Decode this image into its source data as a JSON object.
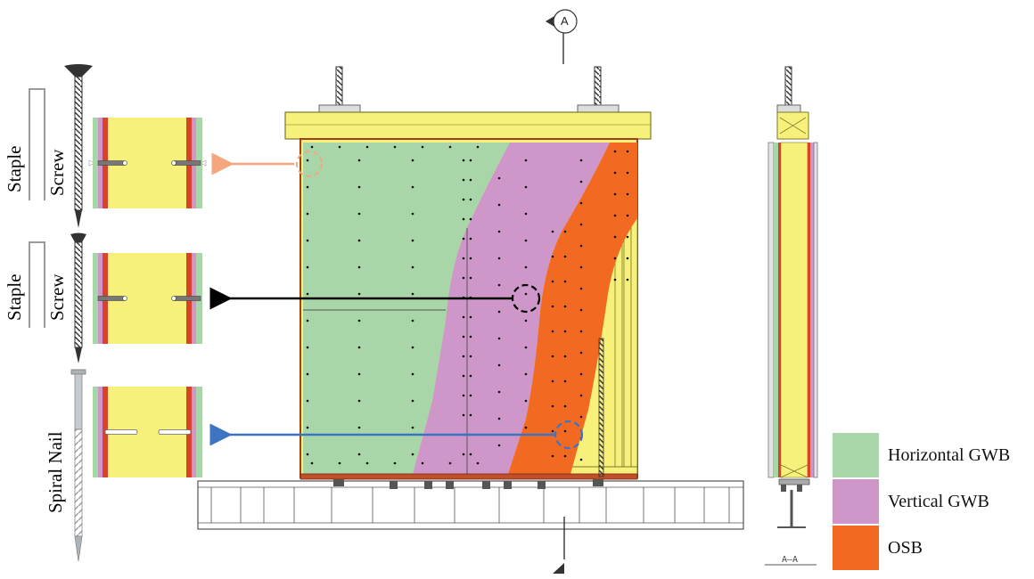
{
  "section_marker": {
    "letter": "A"
  },
  "section_caption": "A–A",
  "fastener_labels": [
    {
      "group": "top",
      "staple": "Staple",
      "screw": "Screw"
    },
    {
      "group": "middle",
      "staple": "Staple",
      "screw": "Screw"
    },
    {
      "group": "bottom",
      "nail": "Spiral Nail"
    }
  ],
  "legend": [
    {
      "label": "Horizontal GWB",
      "color": "#a8d6a8"
    },
    {
      "label": "Vertical GWB",
      "color": "#cf96c9"
    },
    {
      "label": "OSB",
      "color": "#f26a21"
    }
  ],
  "colors": {
    "timber": "#f7f07a",
    "timber_edge": "#7a7a2a",
    "sheathing_red": "#d8432a",
    "arrow_top": "#f4a77e",
    "arrow_middle": "#000000",
    "arrow_bottom": "#3b74c2",
    "steel": "#555555"
  }
}
